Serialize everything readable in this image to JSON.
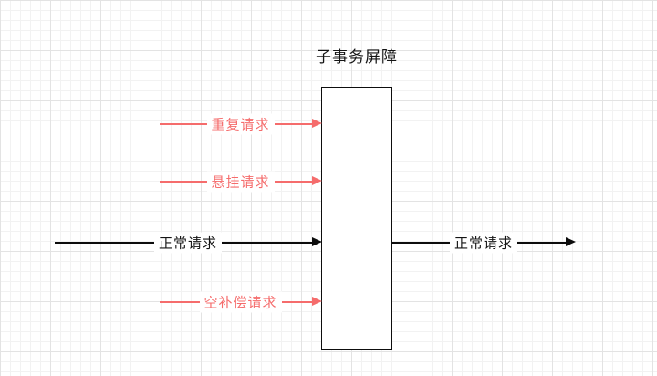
{
  "diagram": {
    "title": "子事务屏障",
    "colors": {
      "abnormal_arrow": "#f56c6c",
      "normal_arrow": "#0d0d0d",
      "barrier_border": "#0d0d0d",
      "background": "#ffffff"
    },
    "barrier": {
      "shape": "rectangle",
      "label": ""
    },
    "arrows": [
      {
        "label": "重复请求",
        "color": "#f56c6c",
        "side": "left"
      },
      {
        "label": "悬挂请求",
        "color": "#f56c6c",
        "side": "left"
      },
      {
        "label": "正常请求",
        "color": "#0d0d0d",
        "side": "left"
      },
      {
        "label": "空补偿请求",
        "color": "#f56c6c",
        "side": "left"
      },
      {
        "label": "正常请求",
        "color": "#0d0d0d",
        "side": "right"
      }
    ]
  }
}
